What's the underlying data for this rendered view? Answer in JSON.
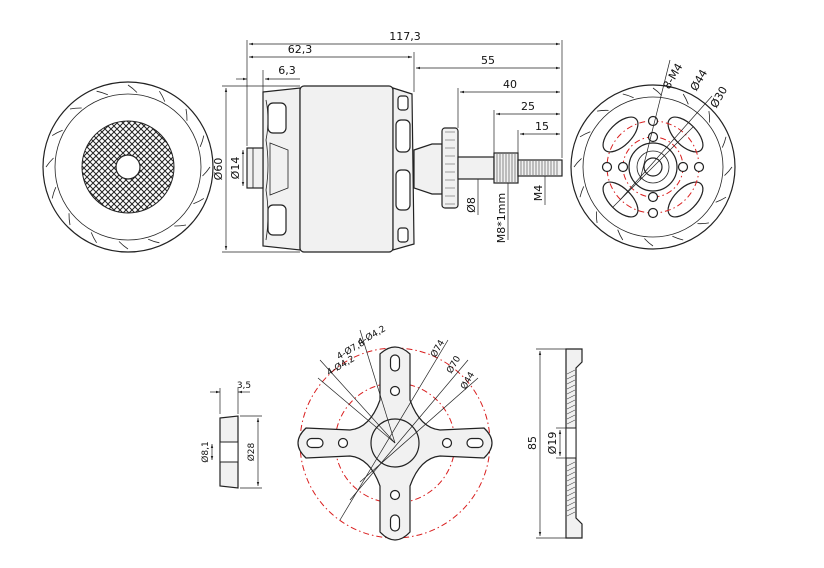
{
  "dimensions": {
    "overall_length": "117,3",
    "body_length": "62,3",
    "front_cap": "6,3",
    "shaft_55": "55",
    "shaft_40": "40",
    "shaft_25": "25",
    "shaft_15": "15",
    "body_diameter": "Ø60",
    "rear_boss": "Ø14",
    "shaft_diameter": "Ø8",
    "shaft_thread": "M8*1mm",
    "tip_thread": "M4",
    "end_holes": "8-M4",
    "end_pcd_44": "Ø44",
    "end_pcd_30": "Ø30",
    "mount_holes_a": "4-Ø4,2",
    "mount_holes_b": "4-Ø7,8",
    "mount_holes_c": "4-Ø4,2",
    "mount_pcd_74": "Ø74",
    "mount_pcd_70": "Ø70",
    "mount_pcd_44": "Ø44",
    "washer_thickness": "3,5",
    "washer_inner": "Ø8,1",
    "washer_outer": "Ø28",
    "mount_height": "85",
    "mount_bore": "Ø19"
  },
  "colors": {
    "line": "#222222",
    "centerline": "#d91e1e",
    "body": "#f1f1f1"
  }
}
